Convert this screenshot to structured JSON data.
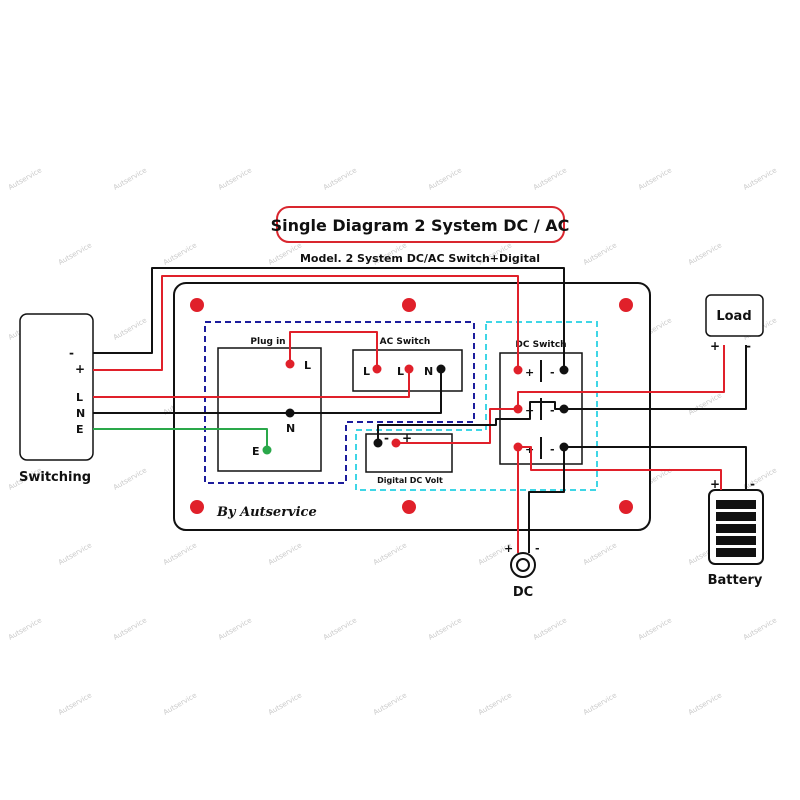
{
  "title": "Single Diagram 2 System DC / AC",
  "subtitle": "Model. 2 System DC/AC Switch+Digital",
  "brand": "By Autservice",
  "watermark": "Autservice",
  "colors": {
    "wire_red": "#e0202a",
    "wire_black": "#111111",
    "wire_green": "#2aa84a",
    "box_blue": "#1c1c9c",
    "box_cyan": "#3fd6e6",
    "title_border": "#d9262e"
  },
  "switching": {
    "label": "Switching",
    "terminals": {
      "minus": "-",
      "plus": "+",
      "l": "L",
      "n": "N",
      "e": "E"
    }
  },
  "plug_in": {
    "label": "Plug in",
    "l": "L",
    "n": "N",
    "e": "E"
  },
  "ac_switch": {
    "label": "AC Switch",
    "l_left": "L",
    "l_right": "L",
    "n": "N"
  },
  "dc_switch": {
    "label": "DC Switch",
    "rows": [
      {
        "plus": "+",
        "minus": "-"
      },
      {
        "plus": "+",
        "minus": "-"
      },
      {
        "plus": "+",
        "minus": "-"
      }
    ]
  },
  "digital_dc_volt": {
    "label": "Digital DC Volt",
    "minus": "-",
    "plus": "+"
  },
  "load": {
    "label": "Load",
    "plus": "+",
    "minus": "-"
  },
  "battery": {
    "label": "Battery",
    "plus": "+",
    "minus": "-"
  },
  "dc_socket": {
    "label": "DC",
    "plus": "+",
    "minus": "-"
  }
}
